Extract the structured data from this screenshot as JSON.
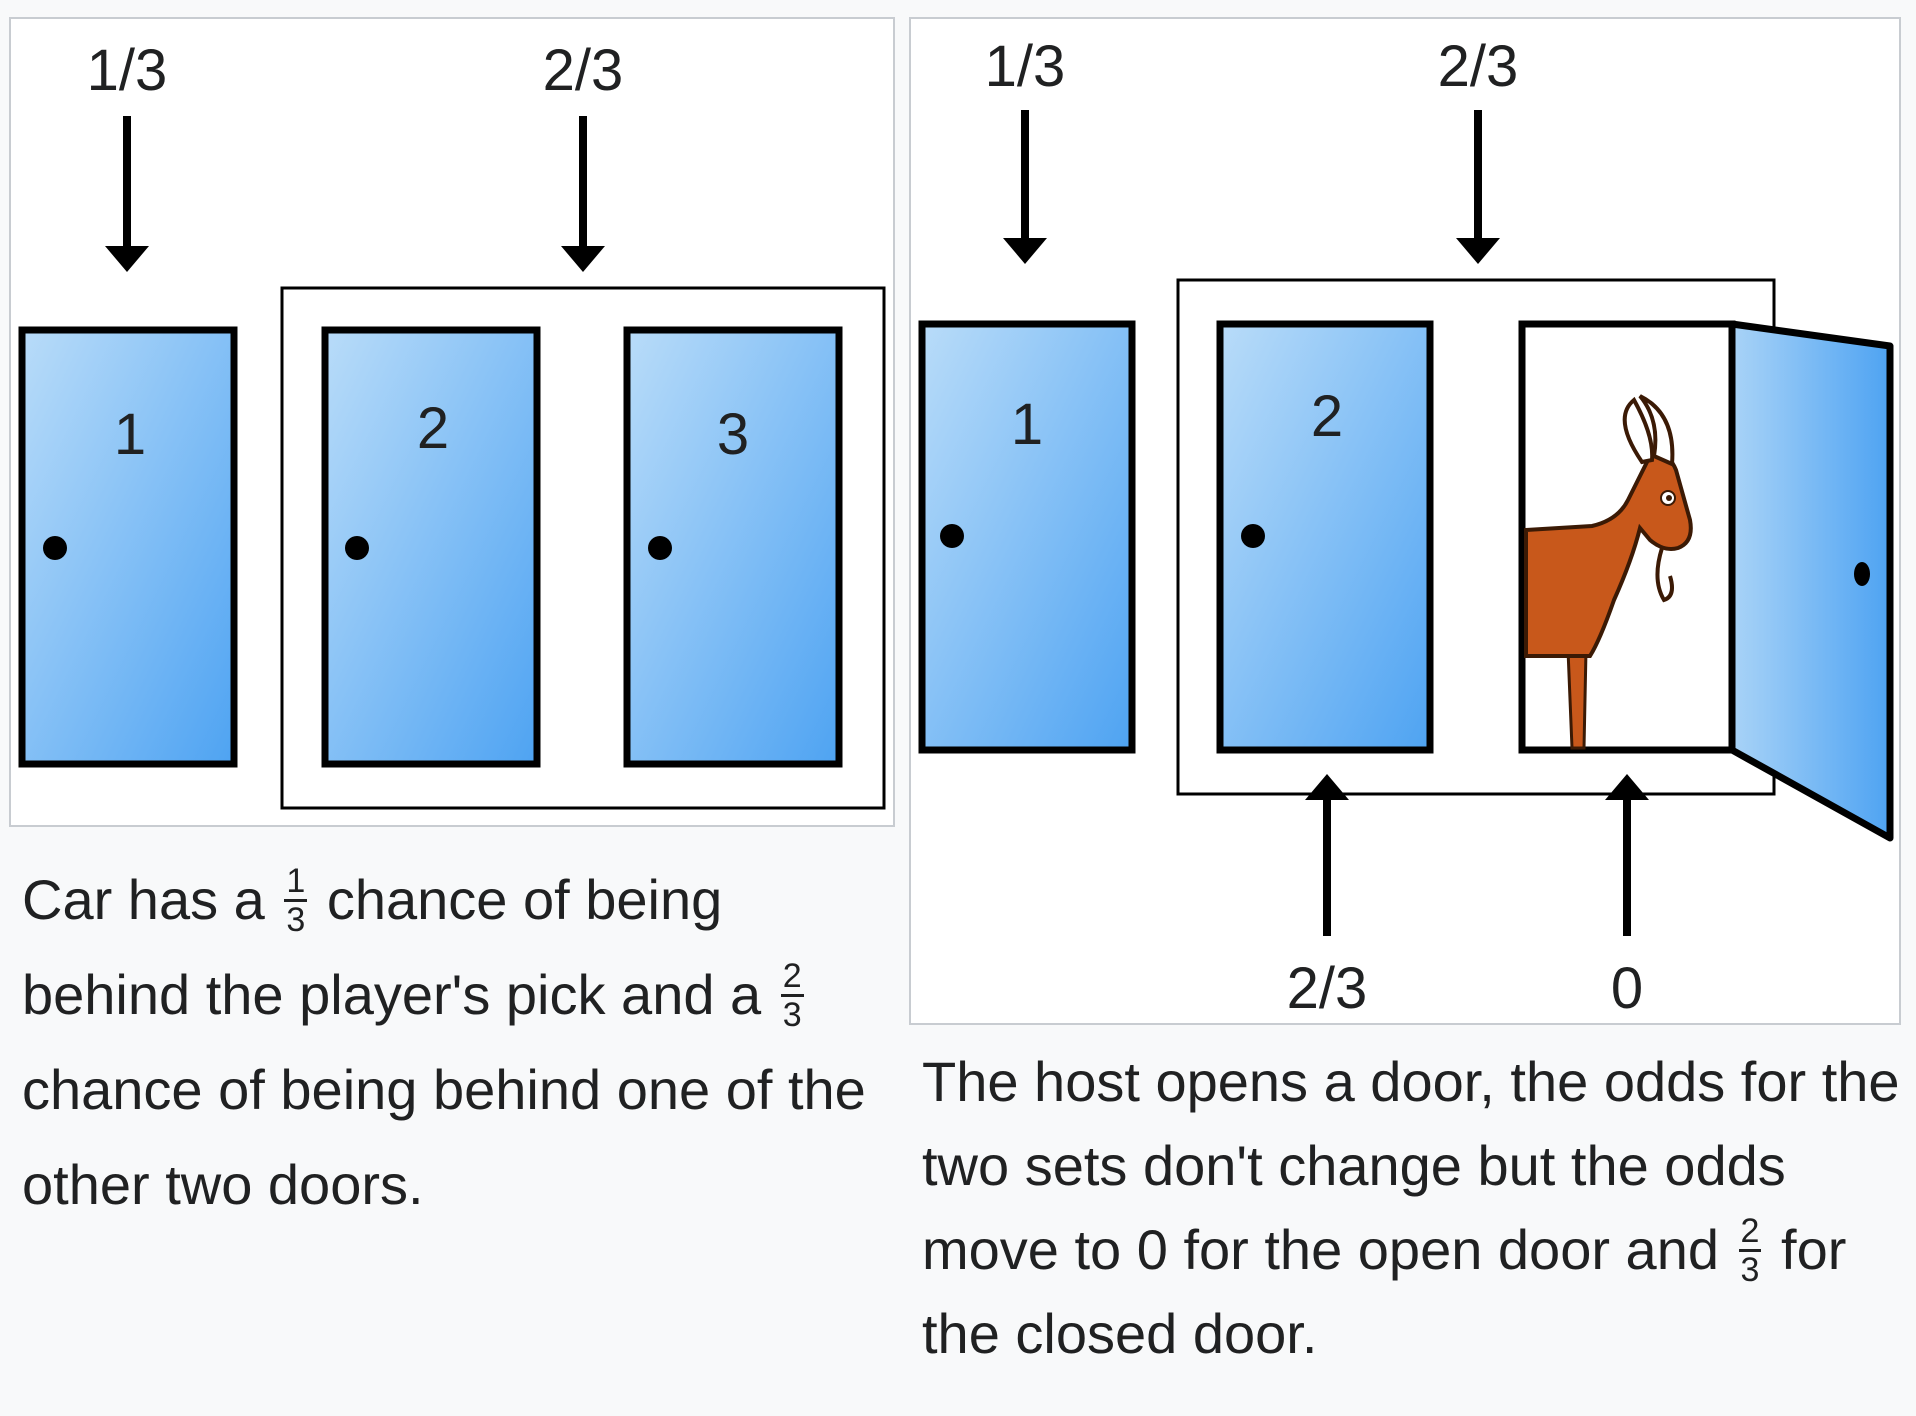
{
  "panels": {
    "left": {
      "prob_pick": "1/3",
      "prob_others": "2/3",
      "doors": [
        "1",
        "2",
        "3"
      ]
    },
    "right": {
      "prob_pick": "1/3",
      "prob_others": "2/3",
      "doors": [
        "1",
        "2"
      ],
      "prob_closed": "2/3",
      "prob_open": "0"
    }
  },
  "captions": {
    "left": {
      "p1": "Car has a",
      "f1_num": "1",
      "f1_den": "3",
      "p2": "chance of being behind the player's pick and a",
      "f2_num": "2",
      "f2_den": "3",
      "p3": "chance of being behind one of the other two doors."
    },
    "right": {
      "p1": "The host opens a door, the odds for the two sets don't change but the odds move to 0 for the open door and",
      "f1_num": "2",
      "f1_den": "3",
      "p2": "for the closed door."
    }
  },
  "colors": {
    "door_light": "#b9dcf9",
    "door_dark": "#4ea3f2",
    "goat": "#c8581b",
    "frame": "#c8ccd1",
    "text": "#202122"
  }
}
